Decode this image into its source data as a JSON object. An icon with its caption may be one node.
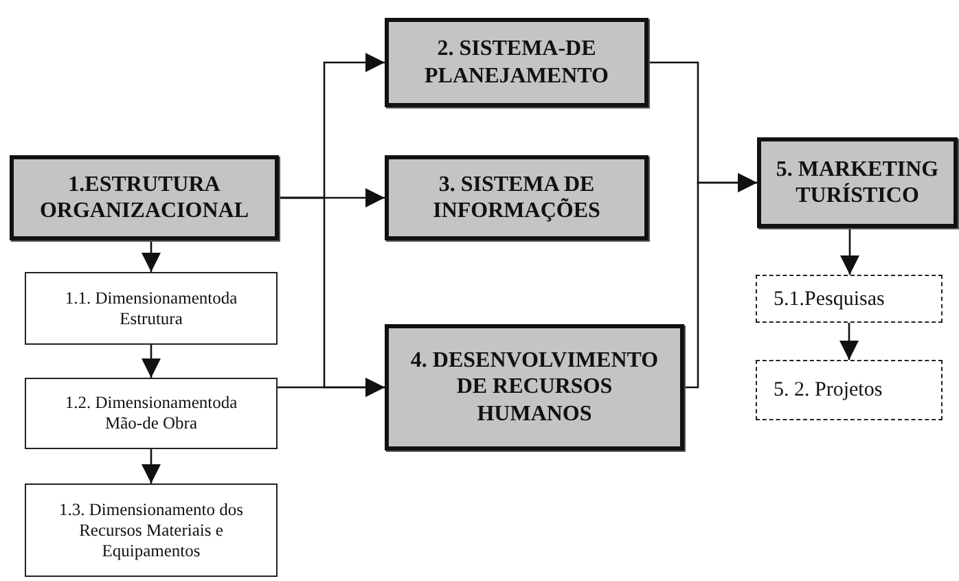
{
  "diagram": {
    "nodes": [
      {
        "text": [
          "1.ESTRUTURA ORGANIZACIONAL"
        ]
      },
      {
        "text": [
          "1.1. Dimensionamentoda Estrutura"
        ]
      },
      {
        "text": [
          "1.2. Dimensionamentoda Mão-de Obra"
        ]
      },
      {
        "text": [
          "1.3. Dimensionamento dos Recursos Materiais e Equipamentos"
        ]
      },
      {
        "text": [
          "2. SISTEMA-DE PLANEJAMENTO"
        ]
      },
      {
        "text": [
          "3. SISTEMA DE INFORMAÇÕES"
        ]
      },
      {
        "text": [
          "4. DESENVOLVIMENTO DE RECURSOS HUMANOS"
        ]
      },
      {
        "text": [
          "5. MARKETING TURÍSTICO"
        ]
      },
      {
        "text": [
          "5.1.Pesquisas"
        ]
      },
      {
        "text": [
          "5. 2. Projetos"
        ]
      }
    ],
    "edges": [
      {
        "from": 0,
        "to": 4,
        "arrow": "to"
      },
      {
        "from": 0,
        "to": 5,
        "arrow": "to"
      },
      {
        "from": 0,
        "to": 6,
        "arrow": "to"
      },
      {
        "from": 0,
        "to": 1,
        "arrow": "to"
      },
      {
        "from": 1,
        "to": 2,
        "arrow": "to"
      },
      {
        "from": 2,
        "to": 3,
        "arrow": "to"
      },
      {
        "from": 2,
        "to": 6,
        "arrow": "to"
      },
      {
        "from": 4,
        "to": 7,
        "arrow": "to"
      },
      {
        "from": 6,
        "to": 7,
        "arrow": "to"
      },
      {
        "from": 7,
        "to": 8,
        "arrow": "to"
      },
      {
        "from": 8,
        "to": 9,
        "arrow": "to"
      }
    ]
  }
}
